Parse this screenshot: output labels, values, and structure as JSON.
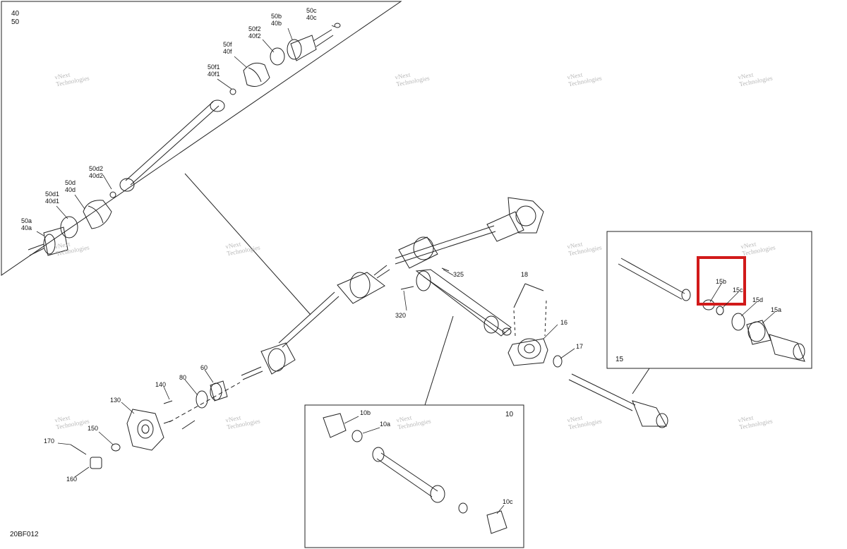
{
  "diagram": {
    "reference_code": "20BF012",
    "highlight_color": "#d11a1a",
    "watermark": {
      "line1": "vNext",
      "line2": "Technologies"
    },
    "group_labels": {
      "top_left_1": "40",
      "top_left_2": "50",
      "box_15": "15",
      "box_10": "10"
    },
    "callouts": [
      {
        "id": "c50c",
        "lines": [
          "50c",
          "40c"
        ]
      },
      {
        "id": "c50b",
        "lines": [
          "50b",
          "40b"
        ]
      },
      {
        "id": "c50f2",
        "lines": [
          "50f2",
          "40f2"
        ]
      },
      {
        "id": "c50f",
        "lines": [
          "50f",
          "40f"
        ]
      },
      {
        "id": "c50f1",
        "lines": [
          "50f1",
          "40f1"
        ]
      },
      {
        "id": "c50d2",
        "lines": [
          "50d2",
          "40d2"
        ]
      },
      {
        "id": "c50d",
        "lines": [
          "50d",
          "40d"
        ]
      },
      {
        "id": "c50d1",
        "lines": [
          "50d1",
          "40d1"
        ]
      },
      {
        "id": "c50a",
        "lines": [
          "50a",
          "40a"
        ]
      },
      {
        "id": "c325",
        "lines": [
          "325"
        ]
      },
      {
        "id": "c320",
        "lines": [
          "320"
        ]
      },
      {
        "id": "c18",
        "lines": [
          "18"
        ]
      },
      {
        "id": "c16",
        "lines": [
          "16"
        ]
      },
      {
        "id": "c17",
        "lines": [
          "17"
        ]
      },
      {
        "id": "c140",
        "lines": [
          "140"
        ]
      },
      {
        "id": "c130",
        "lines": [
          "130"
        ]
      },
      {
        "id": "c80",
        "lines": [
          "80"
        ]
      },
      {
        "id": "c60",
        "lines": [
          "60"
        ]
      },
      {
        "id": "c150",
        "lines": [
          "150"
        ]
      },
      {
        "id": "c170",
        "lines": [
          "170"
        ]
      },
      {
        "id": "c160",
        "lines": [
          "160"
        ]
      },
      {
        "id": "c15b",
        "lines": [
          "15b"
        ]
      },
      {
        "id": "c15c",
        "lines": [
          "15c"
        ]
      },
      {
        "id": "c15d",
        "lines": [
          "15d"
        ]
      },
      {
        "id": "c15a",
        "lines": [
          "15a"
        ]
      },
      {
        "id": "c10b",
        "lines": [
          "10b"
        ]
      },
      {
        "id": "c10a",
        "lines": [
          "10a"
        ]
      },
      {
        "id": "c10c",
        "lines": [
          "10c"
        ]
      }
    ]
  }
}
